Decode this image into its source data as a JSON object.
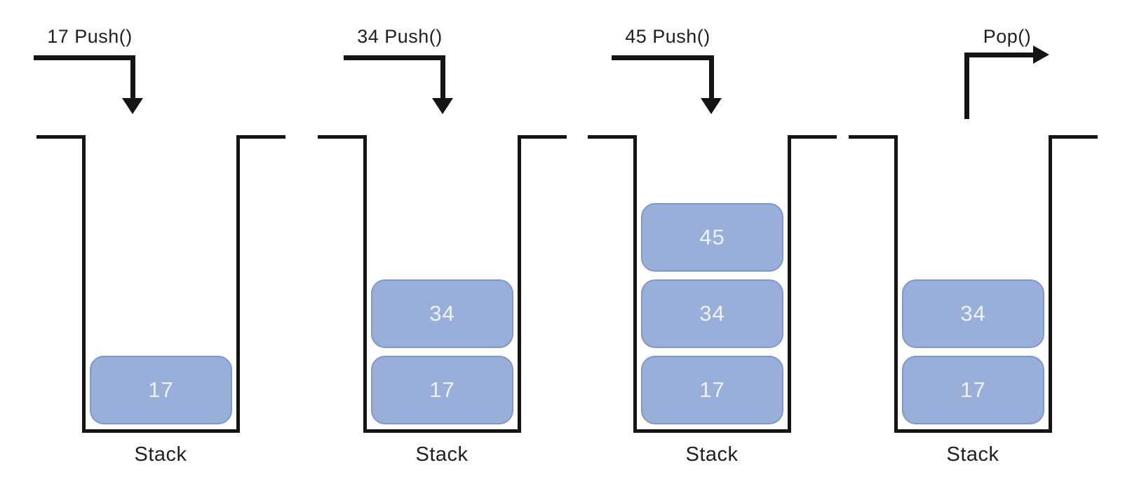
{
  "diagram_type": "stack-operations",
  "items_order": "top-to-bottom",
  "colors": {
    "background": "#ffffff",
    "line": "#141414",
    "box_fill": "#9aaeda",
    "box_border": "#7f98c9",
    "box_text": "#edf2fb",
    "label_text": "#1f1f1f"
  },
  "panels": [
    {
      "operation": "17 Push()",
      "arrow": "push-down",
      "items": [
        "17"
      ],
      "caption": "Stack"
    },
    {
      "operation": "34 Push()",
      "arrow": "push-down",
      "items": [
        "34",
        "17"
      ],
      "caption": "Stack"
    },
    {
      "operation": "45 Push()",
      "arrow": "push-down",
      "items": [
        "45",
        "34",
        "17"
      ],
      "caption": "Stack"
    },
    {
      "operation": "Pop()",
      "arrow": "pop-up-right",
      "items": [
        "34",
        "17"
      ],
      "caption": "Stack"
    }
  ]
}
